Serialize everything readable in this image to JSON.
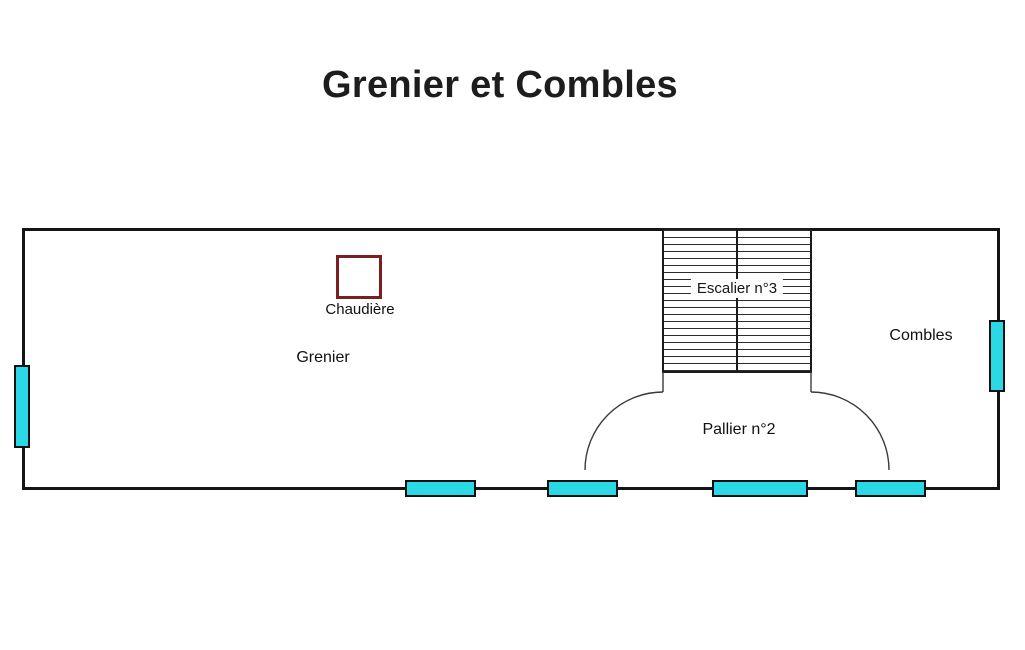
{
  "title": "Grenier et Combles",
  "rooms": {
    "grenier": "Grenier",
    "combles": "Combles",
    "pallier": "Pallier n°2",
    "escalier": "Escalier n°3",
    "chaudiere": "Chaudière"
  },
  "colors": {
    "wall": "#141414",
    "window": "#2bd9e6",
    "boiler_outline": "#7c1e1e"
  }
}
